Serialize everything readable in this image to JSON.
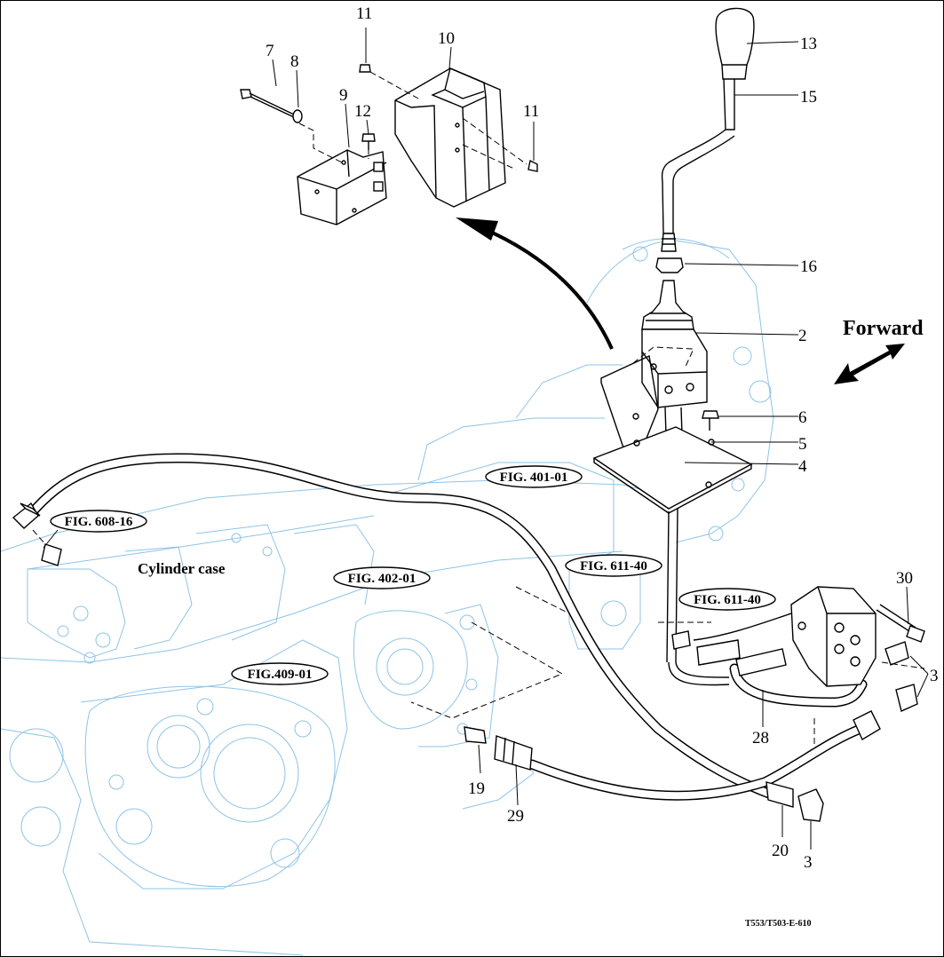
{
  "callouts": {
    "c2": "2",
    "c3a": "3",
    "c3b": "3",
    "c4": "4",
    "c5": "5",
    "c6": "6",
    "c7": "7",
    "c8": "8",
    "c9": "9",
    "c10": "10",
    "c11a": "11",
    "c11b": "11",
    "c12": "12",
    "c13": "13",
    "c15": "15",
    "c16": "16",
    "c19": "19",
    "c20": "20",
    "c28": "28",
    "c29": "29",
    "c30": "30"
  },
  "fig_refs": {
    "f608": "FIG. 608-16",
    "f401": "FIG. 401-01",
    "f402": "FIG. 402-01",
    "f409": "FIG.409-01",
    "f611a": "FIG. 611-40",
    "f611b": "FIG. 611-40"
  },
  "labels": {
    "cylinder_case": "Cylinder case",
    "forward": "Forward",
    "drawing_code": "T553/T503-E-610"
  },
  "colors": {
    "background_parts": "#8ec3e6",
    "line_art": "#000000",
    "paper": "#ffffff"
  }
}
